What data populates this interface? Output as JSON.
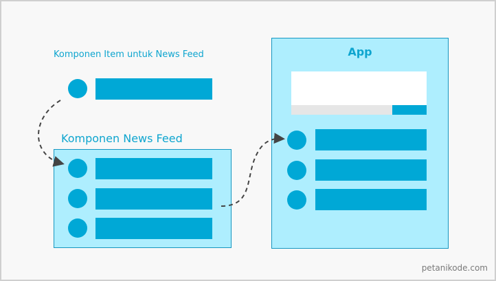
{
  "labels": {
    "item_component": "Komponen Item untuk News Feed",
    "feed_component": "Komponen News Feed",
    "app": "App"
  },
  "watermark": "petanikode.com",
  "colors": {
    "accent": "#00a8d6",
    "text_accent": "#0ea5cf",
    "panel_fill": "#aeeefe",
    "panel_border": "#1596c0",
    "arrow": "#444444"
  }
}
